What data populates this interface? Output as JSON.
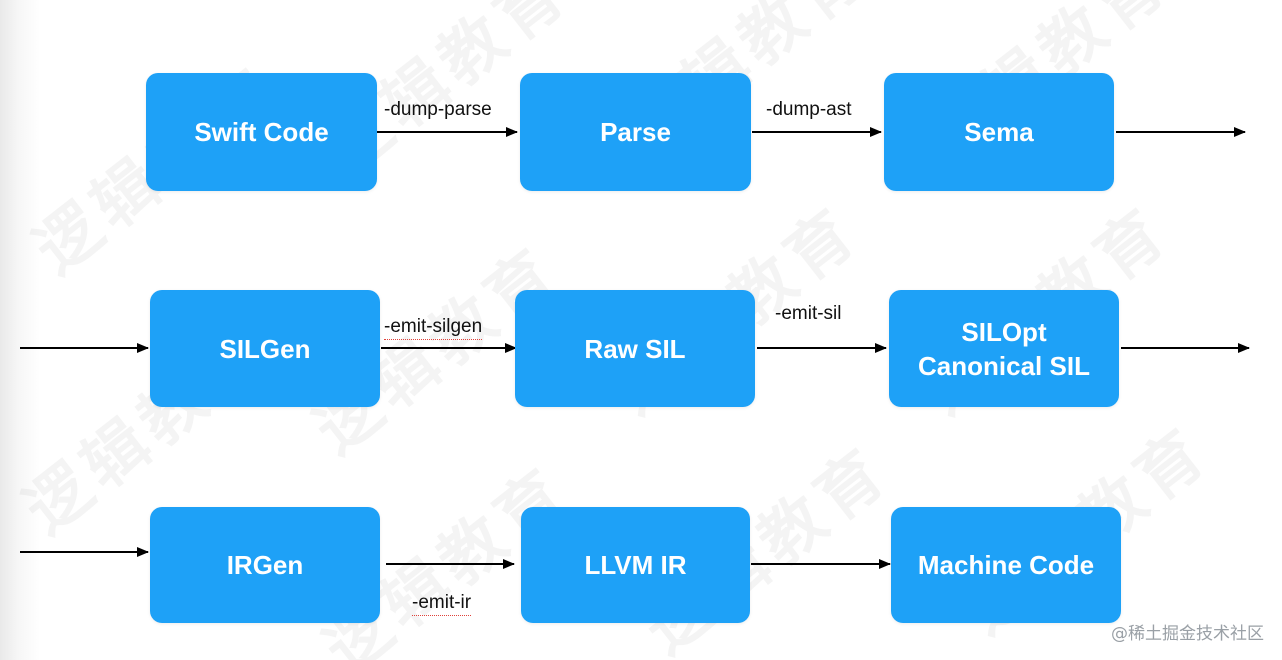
{
  "nodes": {
    "swift_code": "Swift Code",
    "parse": "Parse",
    "sema": "Sema",
    "silgen": "SILGen",
    "raw_sil": "Raw SIL",
    "silopt_line1": "SILOpt",
    "silopt_line2": "Canonical SIL",
    "irgen": "IRGen",
    "llvm_ir": "LLVM IR",
    "machine_code": "Machine Code"
  },
  "edges": {
    "dump_parse": "-dump-parse",
    "dump_ast": "-dump-ast",
    "emit_silgen": "-emit-silgen",
    "emit_sil": "-emit-sil",
    "emit_ir": "-emit-ir"
  },
  "colors": {
    "node_fill": "#1ea1f7",
    "node_text": "#ffffff",
    "arrow": "#000000"
  },
  "credit": "@稀土掘金技术社区"
}
